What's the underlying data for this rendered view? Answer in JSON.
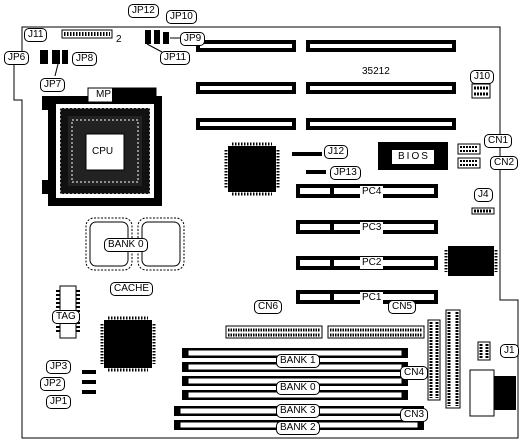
{
  "labels": {
    "jp12": "JP12",
    "jp10": "JP10",
    "jp9": "JP9",
    "jp11": "JP11",
    "j11": "J11",
    "two": "2",
    "jp6": "JP6",
    "jp8": "JP8",
    "jp7": "JP7",
    "mp": "MP",
    "cpu": "CPU",
    "model": "35212",
    "j10": "J10",
    "cn1": "CN1",
    "cn2": "CN2",
    "j12": "J12",
    "jp13": "JP13",
    "bios": "BIOS",
    "j4": "J4",
    "pc4": "PC4",
    "pc3": "PC3",
    "pc2": "PC2",
    "pc1": "PC1",
    "bank0_cache": "BANK 0",
    "cache": "CACHE",
    "tag": "TAG",
    "cn6": "CN6",
    "cn5": "CN5",
    "cn4": "CN4",
    "cn3": "CN3",
    "j1": "J1",
    "jp3": "JP3",
    "jp2": "JP2",
    "jp1": "JP1",
    "bank1": "BANK 1",
    "bank0": "BANK 0",
    "bank3": "BANK 3",
    "bank2": "BANK 2"
  }
}
